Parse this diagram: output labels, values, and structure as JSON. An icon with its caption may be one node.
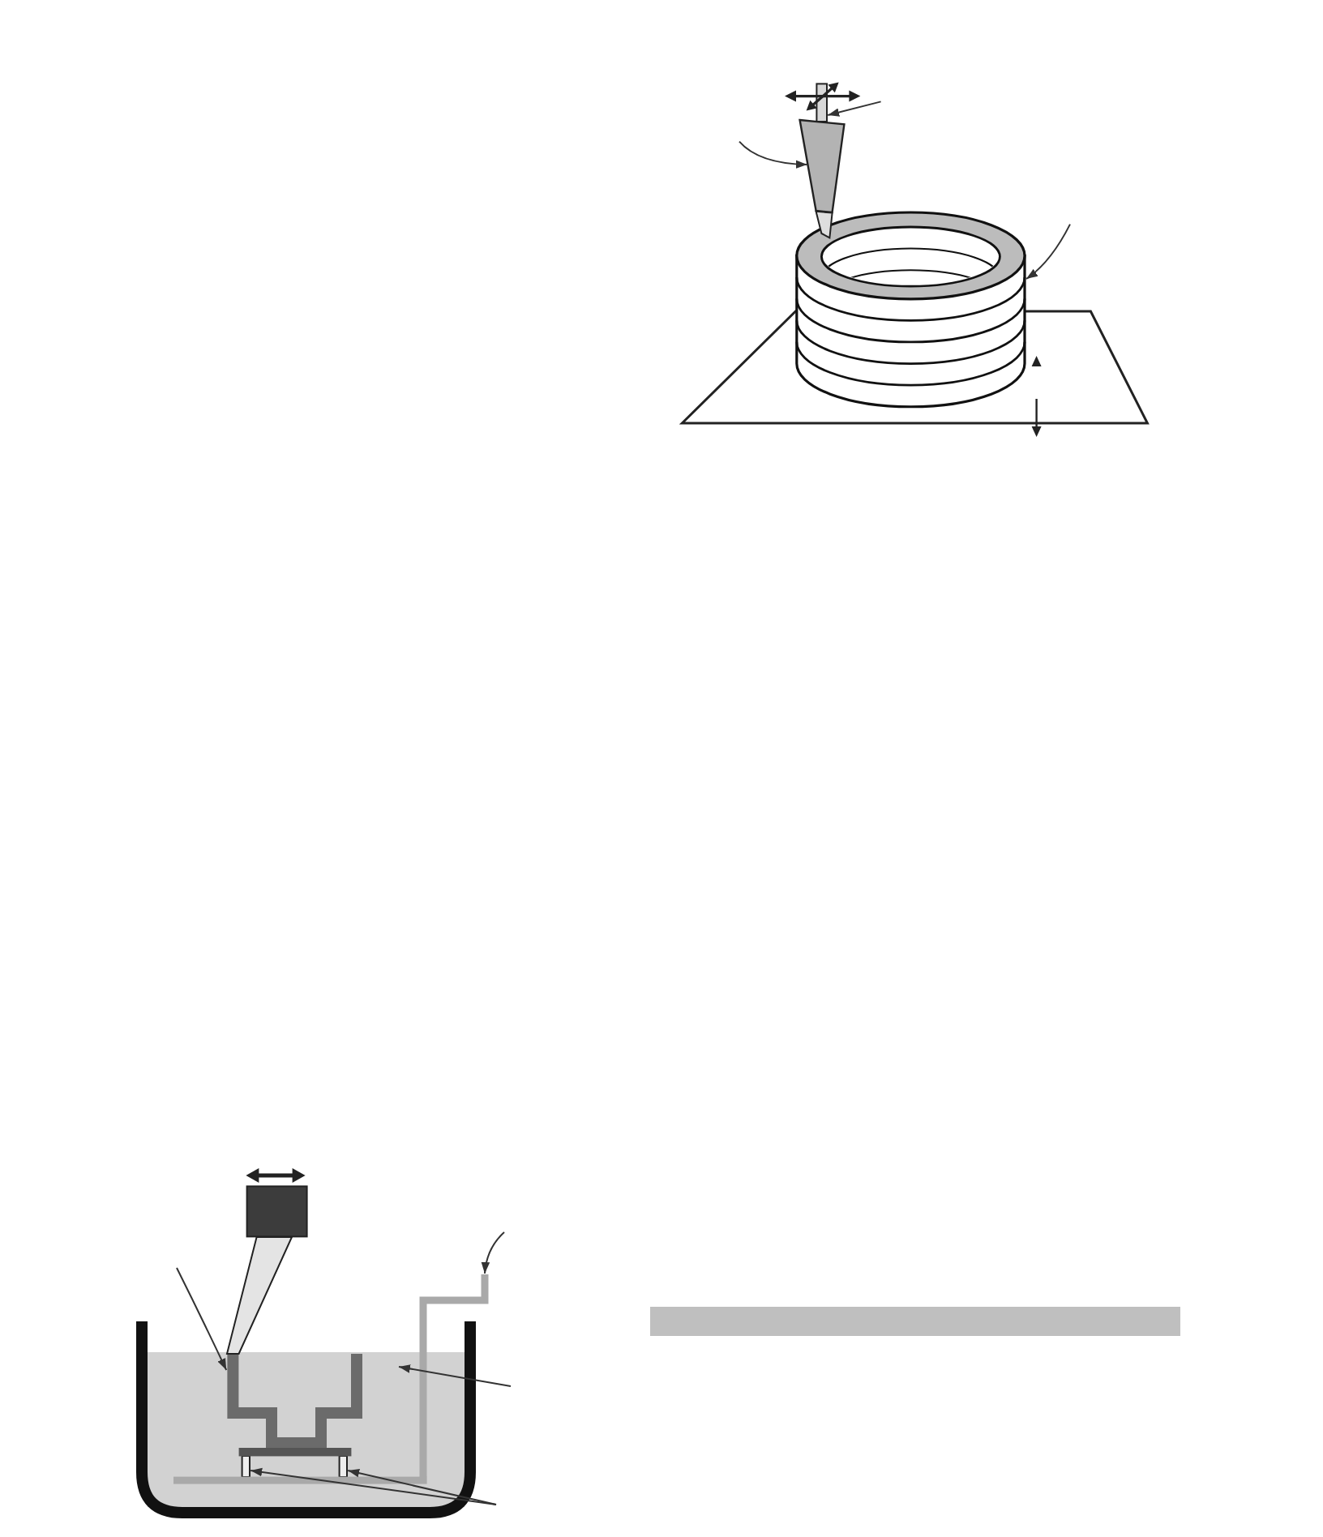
{
  "diagram": {
    "nodes": [
      {
        "text": [],
        "shape": "bar"
      },
      {
        "text": [],
        "shape": "picture"
      },
      {
        "text": [],
        "shape": "cylinder"
      },
      {
        "text": [],
        "shape": "picture"
      },
      {
        "text": [],
        "shape": "picture"
      },
      {
        "text": [],
        "shape": "picture",
        "in": 6
      },
      {
        "text": [],
        "shape": "box"
      },
      {
        "text": [],
        "shape": "bar",
        "in": 6
      },
      {
        "text": [],
        "shape": "bar",
        "in": 6
      },
      {
        "text": [],
        "shape": "bar",
        "in": 6
      },
      {
        "text": [],
        "shape": "bar"
      }
    ],
    "edges": [
      {
        "from": null,
        "to": 0,
        "arrow": "to"
      },
      {
        "from": null,
        "to": 1,
        "arrow": "to"
      },
      {
        "from": null,
        "to": 2,
        "arrow": "to"
      },
      {
        "from": null,
        "to": 4,
        "arrow": "to"
      },
      {
        "from": null,
        "to": 5,
        "arrow": "to"
      },
      {
        "from": null,
        "to": 6,
        "arrow": "to"
      },
      {
        "from": null,
        "to": 7,
        "arrow": "to"
      },
      {
        "from": null,
        "to": 8,
        "arrow": "to"
      }
    ]
  }
}
